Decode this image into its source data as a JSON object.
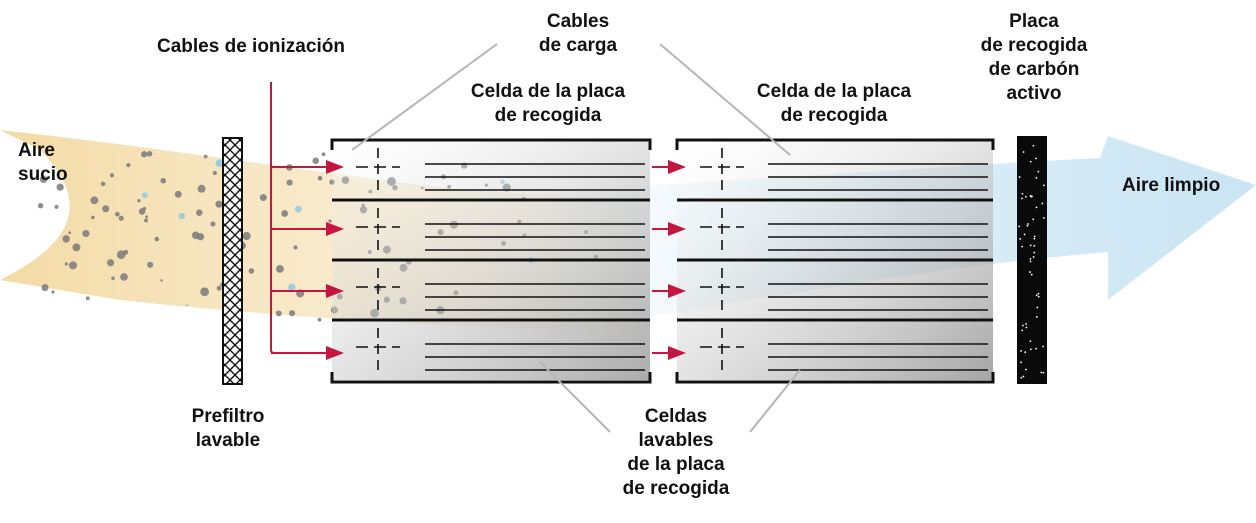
{
  "labels": {
    "dirty_air": [
      "Aire",
      "sucio"
    ],
    "ionization_wires": "Cables de ionización",
    "charge_wires": [
      "Cables",
      "de carga"
    ],
    "collector_cell_1": [
      "Celda de la placa",
      "de recogida"
    ],
    "collector_cell_2": [
      "Celda de la placa",
      "de recogida"
    ],
    "carbon_plate": [
      "Placa",
      "de recogida",
      "de carbón",
      "activo"
    ],
    "clean_air": "Aire limpio",
    "prefilter": [
      "Prefiltro",
      "lavable"
    ],
    "washable_cells": [
      "Celdas",
      "lavables",
      "de la placa",
      "de recogida"
    ]
  },
  "colors": {
    "dirty_air_flow": "#f3d9a0",
    "clean_air_flow": "#cfe6f4",
    "arrow": "#c4163f",
    "frame": "#111111",
    "carbon": "#0a0a0a",
    "leader_line": "#b5b5b5",
    "particle": "#7a7a7a",
    "particle_blue": "#8fc8e0"
  }
}
